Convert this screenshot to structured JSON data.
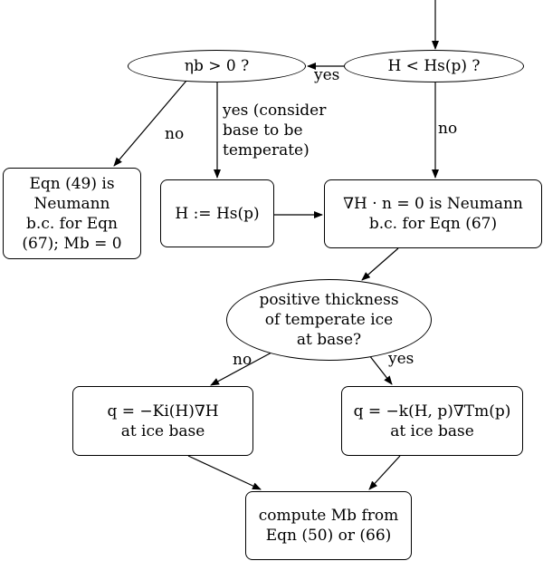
{
  "nodes": {
    "h_lt_hs": "H < Hs(p) ?",
    "eta_b": "ηb > 0 ?",
    "eqn49": "Eqn (49) is\nNeumann\nb.c. for Eqn\n(67); Mb = 0",
    "h_assign": "H := Hs(p)",
    "neumann": "∇H · n = 0 is Neumann\nb.c. for Eqn (67)",
    "positive_thickness": "positive thickness\nof temperate ice\nat base?",
    "q_cold": "q = −Ki(H)∇H\nat ice base",
    "q_temperate": "q = −k(H, p)∇Tm(p)\nat ice base",
    "compute_mb": "compute Mb from\nEqn (50) or (66)"
  },
  "edge_labels": {
    "hs_yes": "yes",
    "hs_no": "no",
    "eta_no": "no",
    "eta_yes": "yes (consider\nbase to be\ntemperate)",
    "pt_no": "no",
    "pt_yes": "yes"
  }
}
